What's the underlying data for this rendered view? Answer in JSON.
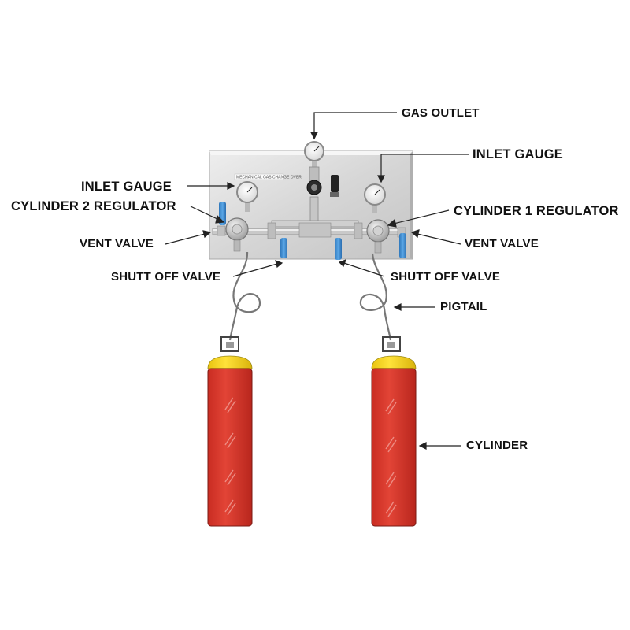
{
  "labels": {
    "gas_outlet": "GAS OUTLET",
    "inlet_gauge_right": "INLET GAUGE",
    "inlet_gauge_left": "INLET GAUGE",
    "cylinder2_regulator": "CYLINDER 2 REGULATOR",
    "cylinder1_regulator": "CYLINDER 1 REGULATOR",
    "vent_valve_left": "VENT VALVE",
    "vent_valve_right": "VENT VALVE",
    "shutoff_valve_left": "SHUTT OFF VALVE",
    "shutoff_valve_right": "SHUTT OFF VALVE",
    "pigtail": "PIGTAIL",
    "cylinder": "CYLINDER"
  },
  "panel_title": "MECHANICAL GAS CHANGE OVER",
  "colors": {
    "cylinder_body": "#d8362a",
    "cylinder_cap": "#f5d31c",
    "valve_handle": "#3f8fd0",
    "panel": "#dcdcdc"
  }
}
